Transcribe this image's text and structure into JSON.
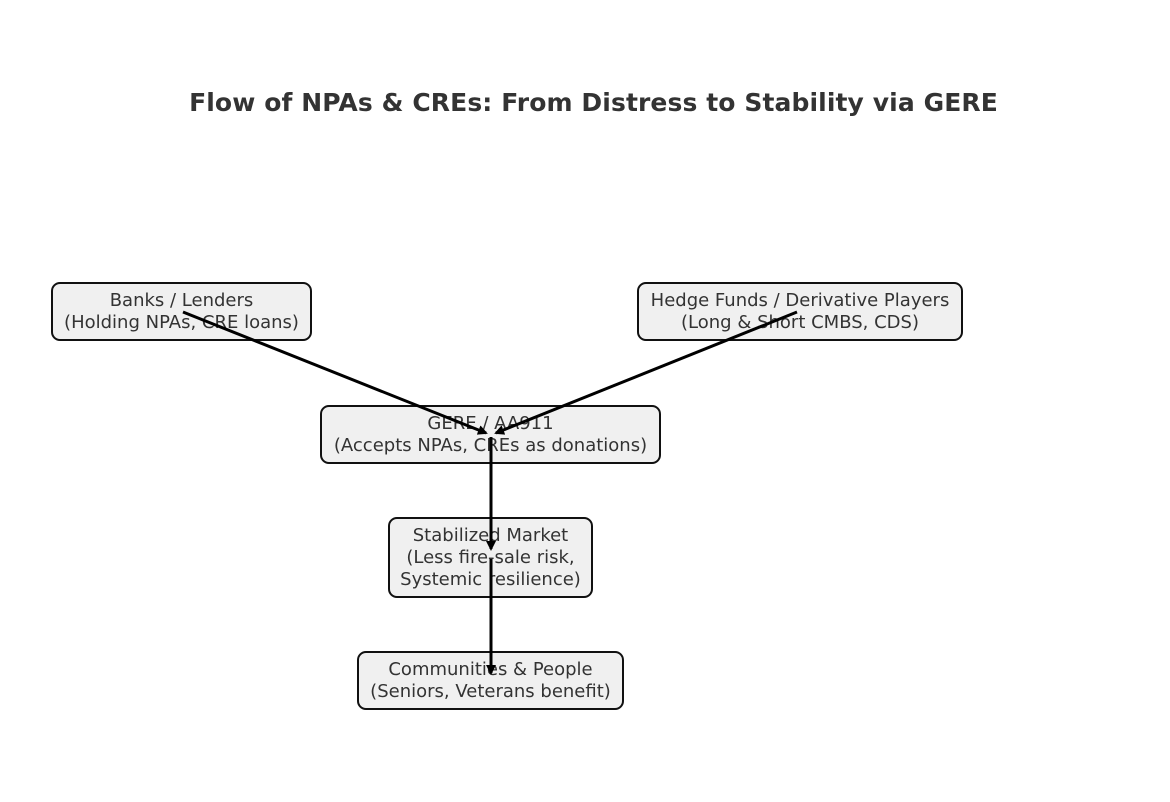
{
  "title": "Flow of NPAs & CREs: From Distress to Stability via GERE",
  "nodes": {
    "banks": {
      "line1": "Banks / Lenders",
      "line2": "(Holding NPAs, CRE loans)"
    },
    "hedge": {
      "line1": "Hedge Funds / Derivative Players",
      "line2": "(Long & Short CMBS, CDS)"
    },
    "gere": {
      "line1": "GERE / AA911",
      "line2": "(Accepts NPAs, CREs as donations)"
    },
    "stabilized": {
      "line1": "Stabilized Market",
      "line2": "(Less fire-sale risk,",
      "line3": "Systemic resilience)"
    },
    "community": {
      "line1": "Communities & People",
      "line2": "(Seniors, Veterans benefit)"
    }
  },
  "edges": [
    {
      "from": "banks",
      "to": "gere"
    },
    {
      "from": "hedge",
      "to": "gere"
    },
    {
      "from": "gere",
      "to": "stabilized"
    },
    {
      "from": "stabilized",
      "to": "community"
    }
  ],
  "colors": {
    "node_fill": "#f0f0f0",
    "node_border": "#111111",
    "arrow": "#000000",
    "text": "#333333"
  }
}
